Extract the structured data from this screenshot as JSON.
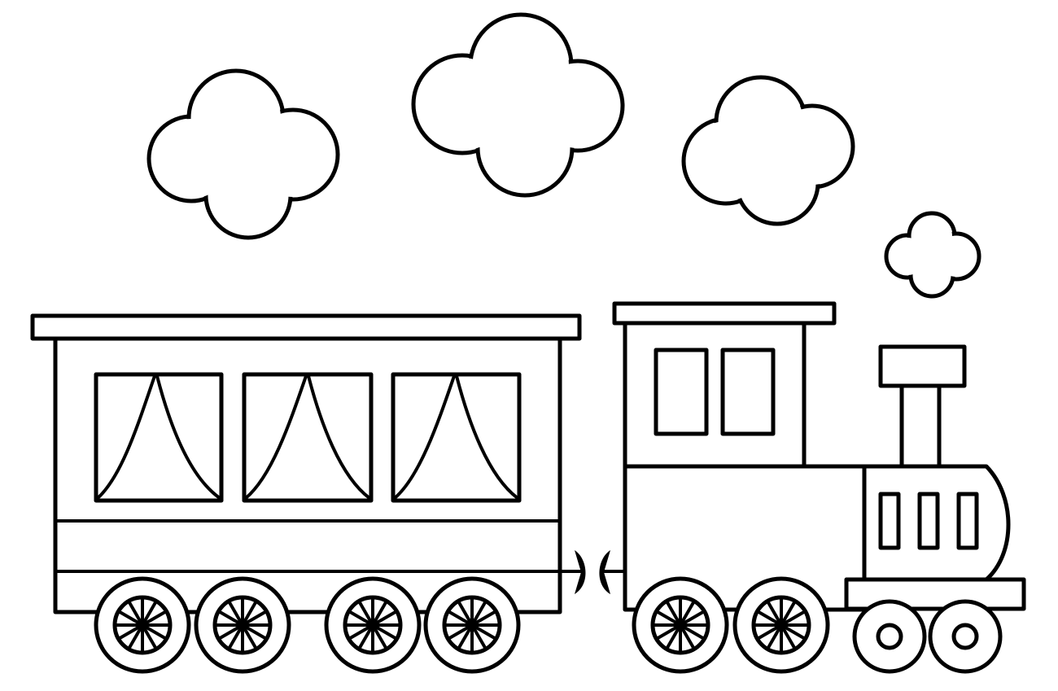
{
  "colors": {
    "background": "#ffffff",
    "ink": "#000000"
  },
  "scene": {
    "elements": [
      "cloud",
      "cloud",
      "cloud",
      "smoke-puff",
      "passenger-car",
      "locomotive"
    ],
    "passenger_car": {
      "window_count": 3,
      "wheel_count": 4
    },
    "locomotive": {
      "cab_window_count": 2,
      "boiler_slot_count": 3,
      "driver_wheel_count": 2,
      "front_wheel_count": 2
    }
  }
}
